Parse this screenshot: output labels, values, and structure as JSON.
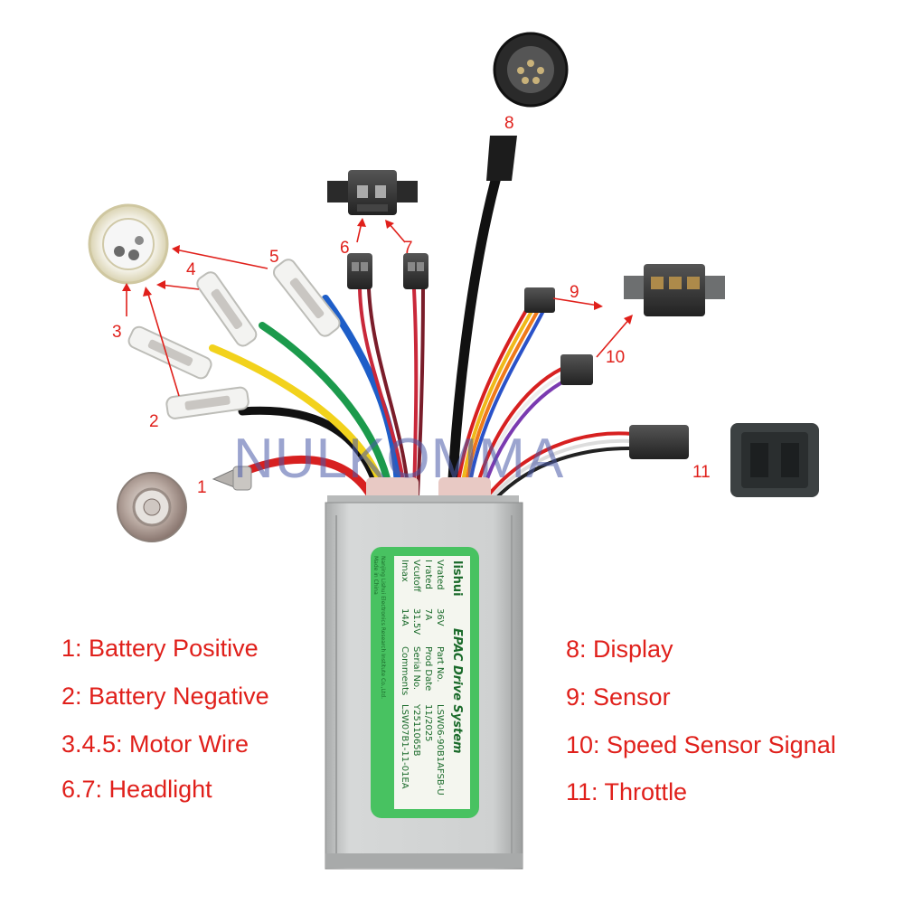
{
  "watermark": "NULKOMMA",
  "callouts": {
    "c1": "1",
    "c2": "2",
    "c3": "3",
    "c4": "4",
    "c5": "5",
    "c6": "6",
    "c7": "7",
    "c8": "8",
    "c9": "9",
    "c10": "10",
    "c11": "11"
  },
  "legend": {
    "left": [
      "1:  Battery Positive",
      "2:  Battery Negative",
      "3.4.5:  Motor Wire",
      "6.7:  Headlight"
    ],
    "right": [
      "8:  Display",
      "9:  Sensor",
      "10:  Speed Sensor Signal",
      "11:  Throttle"
    ]
  },
  "controller_label": {
    "brand": "lishui",
    "system": "EPAC Drive System",
    "rows": [
      {
        "key": "Vrated",
        "value": "36V",
        "key2": "Part No.",
        "value2": "LSW06-90B1AFSB-U"
      },
      {
        "key": "I rated",
        "value": "7A",
        "key2": "Prod Date",
        "value2": "11/2025"
      },
      {
        "key": "Vcutoff",
        "value": "31.5V",
        "key2": "Serial No.",
        "value2": "Y2511065B"
      },
      {
        "key": "Imax",
        "value": "14A",
        "key2": "Comments",
        "value2": "LSW07B1-11-01EA"
      }
    ],
    "made_in": "Made in China",
    "maker": "Nanjing Lishui Electronics Research Institute Co.,Ltd."
  },
  "colors": {
    "callout": "#e0201b",
    "watermark": "#4a5aa8",
    "housing": "#c9cbcb",
    "label_green": "#3fc25a"
  }
}
